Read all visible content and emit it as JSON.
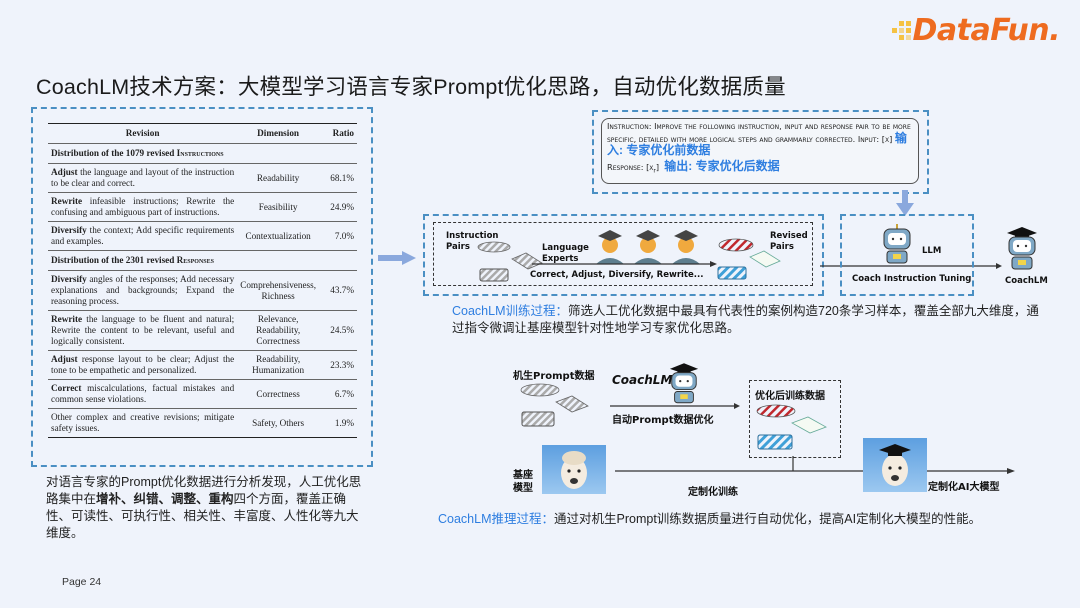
{
  "header": {
    "title": "CoachLM技术方案：大模型学习语言专家Prompt优化思路，自动优化数据质量",
    "logo": "DataFun."
  },
  "table": {
    "columns": [
      "Revision",
      "Dimension",
      "Ratio"
    ],
    "section1": {
      "prefix": "Distribution of the 1079 revised ",
      "keyword": "Instructions"
    },
    "section2": {
      "prefix": "Distribution of the 2301 revised ",
      "keyword": "Responses"
    },
    "rows1": [
      {
        "verb": "Adjust",
        "text": " the language and layout of the instruction to be clear and correct.",
        "dimension": "Readability",
        "ratio": "68.1%"
      },
      {
        "verb": "Rewrite",
        "text": " infeasible instructions; Rewrite the confusing and ambiguous part of instructions.",
        "dimension": "Feasibility",
        "ratio": "24.9%"
      },
      {
        "verb": "Diversify",
        "text": " the context; Add specific requirements and examples.",
        "dimension": "Contextualization",
        "ratio": "7.0%"
      }
    ],
    "rows2": [
      {
        "verb": "Diversify",
        "text": " angles of the responses; Add necessary explanations and backgrounds; Expand the reasoning process.",
        "dimension": "Comprehensiveness, Richness",
        "ratio": "43.7%"
      },
      {
        "verb": "Rewrite",
        "text": " the language to be fluent and natural; Rewrite the content to be relevant, useful and logically consistent.",
        "dimension": "Relevance, Readability, Correctness",
        "ratio": "24.5%"
      },
      {
        "verb": "Adjust",
        "text": " response layout to be clear; Adjust the tone to be empathetic and personalized.",
        "dimension": "Readability, Humanization",
        "ratio": "23.3%"
      },
      {
        "verb": "Correct",
        "text": " miscalculations, factual mistakes and common sense violations.",
        "dimension": "Correctness",
        "ratio": "6.7%"
      },
      {
        "verb": "",
        "text": "Other complex and creative revisions; mitigate safety issues.",
        "dimension": "Safety, Others",
        "ratio": "1.9%"
      }
    ]
  },
  "summary": {
    "part1": "对语言专家的Prompt优化数据进行分析发现，人工优化思路集中在",
    "bold": "增补、纠错、调整、重构",
    "part2": "四个方面，覆盖正确性、可读性、可执行性、相关性、丰富度、人性化等九大维度。"
  },
  "instruction_box": {
    "line1": "Instruction: Improve the following instruction, input and response pair to be more specific, detailed with more logical steps and grammarly corrected. Input: [x]",
    "input_label": "输入: 专家优化前数据",
    "response": "Response: [x",
    "response_sub": "r",
    "output_label": "输出: 专家优化后数据"
  },
  "pipeline": {
    "instruction_pairs": "Instruction Pairs",
    "language_experts": "Language Experts",
    "actions": "Correct, Adjust, Diversify, Rewrite...",
    "revised_pairs": "Revised Pairs",
    "llm": "LLM",
    "coach_tuning": "Coach Instruction Tuning",
    "coachlm": "CoachLM"
  },
  "training_desc": {
    "label": "CoachLM训练过程：",
    "text": "筛选人工优化数据中最具有代表性的案例构造720条学习样本，覆盖全部九大维度，通过指令微调让基座模型针对性地学习专家优化思路。"
  },
  "inference": {
    "machine_data": "机生Prompt数据",
    "coachlm": "CoachLM",
    "auto_opt": "自动Prompt数据优化",
    "optimized_data": "优化后训练数据",
    "base_model": "基座模型",
    "custom_training": "定制化训练",
    "custom_model": "定制化AI大模型"
  },
  "inference_desc": {
    "label": "CoachLM推理过程：",
    "text": "通过对机生Prompt训练数据质量进行自动优化，提高AI定制化大模型的性能。"
  },
  "footer": {
    "page": "Page 24"
  }
}
